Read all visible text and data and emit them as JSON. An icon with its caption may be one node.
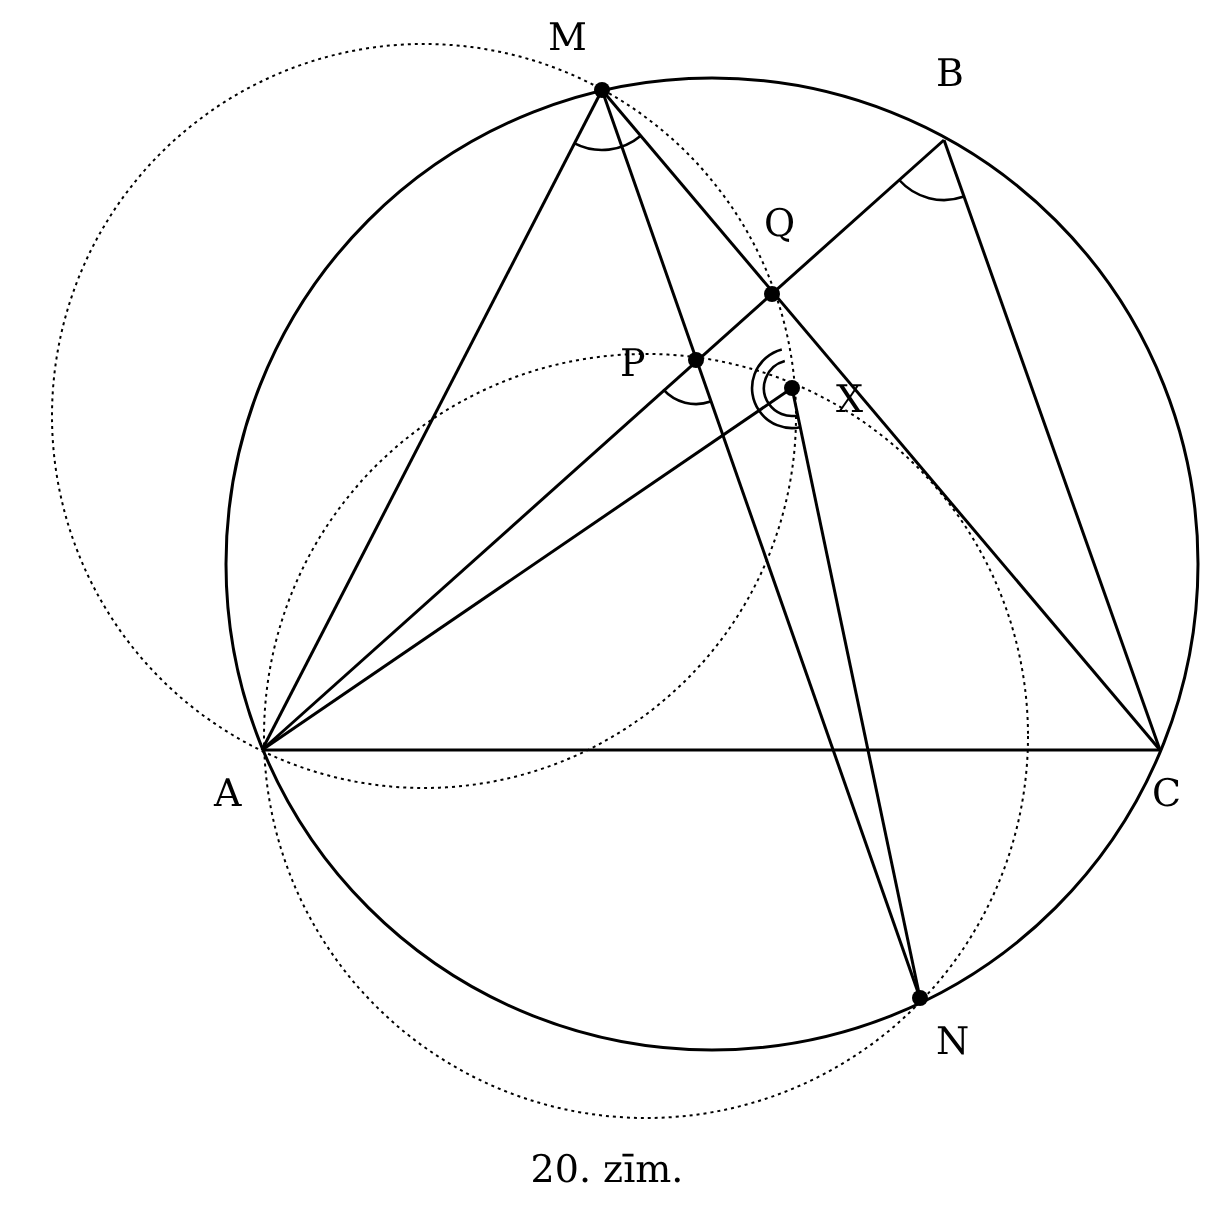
{
  "diagram": {
    "caption": "20. zīm.",
    "nodes": [
      {
        "text": [
          "M"
        ]
      },
      {
        "text": [
          "B"
        ]
      },
      {
        "text": [
          "Q"
        ]
      },
      {
        "text": [
          "P"
        ]
      },
      {
        "text": [
          "X"
        ]
      },
      {
        "text": [
          "A"
        ]
      },
      {
        "text": [
          "C"
        ]
      },
      {
        "text": [
          "N"
        ]
      }
    ],
    "edges": [
      {
        "from": 0,
        "to": 5,
        "arrow": "none"
      },
      {
        "from": 0,
        "to": 7,
        "arrow": "none"
      },
      {
        "from": 0,
        "to": 6,
        "arrow": "none"
      },
      {
        "from": 5,
        "to": 1,
        "arrow": "none"
      },
      {
        "from": 1,
        "to": 6,
        "arrow": "none"
      },
      {
        "from": 5,
        "to": 6,
        "arrow": "none"
      },
      {
        "from": 5,
        "to": 4,
        "arrow": "none"
      },
      {
        "from": 4,
        "to": 7,
        "arrow": "none"
      }
    ]
  }
}
